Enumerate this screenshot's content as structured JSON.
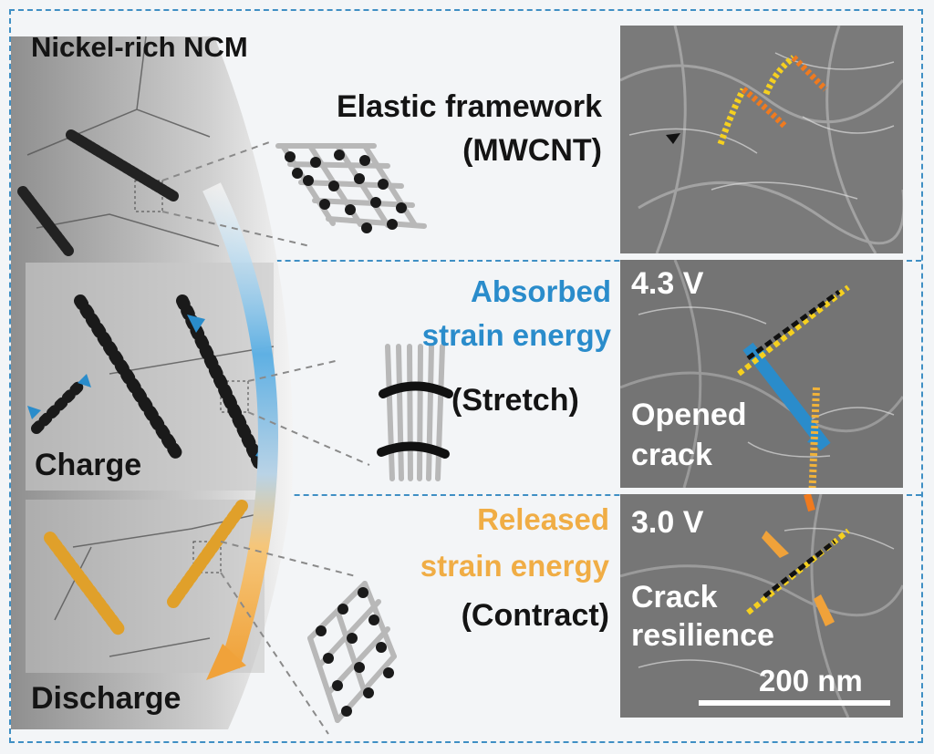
{
  "title": "Nickel-rich NCM",
  "framework": {
    "line1": "Elastic framework",
    "line2": "(MWCNT)"
  },
  "absorbed": {
    "line1": "Absorbed",
    "line2": "strain energy",
    "mode": "(Stretch)"
  },
  "released": {
    "line1": "Released",
    "line2": "strain energy",
    "mode": "(Contract)"
  },
  "particle_states": {
    "charge": "Charge",
    "discharge": "Discharge"
  },
  "sem": {
    "voltage_high": "4.3 V",
    "opened_line1": "Opened",
    "opened_line2": "crack",
    "voltage_low": "3.0 V",
    "resilience_line1": "Crack",
    "resilience_line2": "resilience",
    "scale_bar": "200 nm"
  },
  "colors": {
    "frame_dash": "#3f8fc4",
    "stretch_blue": "#2a8ccb",
    "contract_orange": "#f0ad45",
    "cnt_yellow": "#f5d020",
    "cnt_orange": "#f07a1e"
  },
  "icons": [
    "cycle-arrow-icon",
    "expand-arrow-icon",
    "contract-arrow-icon"
  ]
}
